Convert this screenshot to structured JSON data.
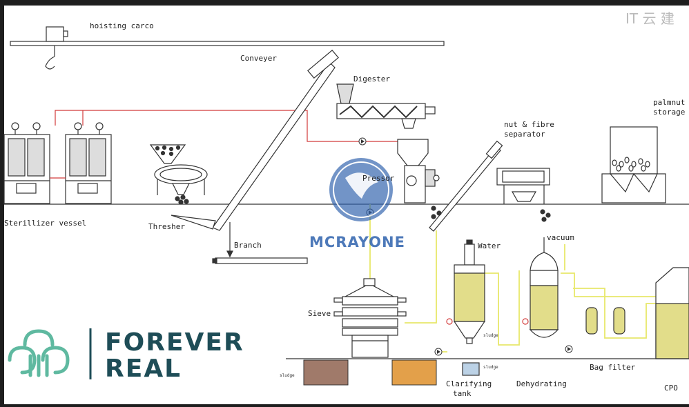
{
  "labels": {
    "hoisting": "hoisting carco",
    "conveyer": "Conveyer",
    "digester": "Digester",
    "nut_fibre_1": "nut & fibre",
    "nut_fibre_2": "separator",
    "palmnut_1": "palmnut",
    "palmnut_2": "storage",
    "sterilizer": "Sterillizer vessel",
    "thresher": "Thresher",
    "pressor": "Pressor",
    "branch": "Branch",
    "water": "Water",
    "vacuum": "vacuum",
    "sieve": "Sieve",
    "bag_filter": "Bag filter",
    "clarifying_1": "Clarifying",
    "clarifying_2": "tank",
    "dehydrating": "Dehydrating",
    "cpo": "CPO",
    "sludge_1": "sludge",
    "sludge_2": "sludge",
    "sludge_3": "sludge"
  },
  "watermark": {
    "center": "MCRAYONE",
    "corner": "IT 云 建"
  },
  "brand": {
    "line1": "FOREVER",
    "line2": "REAL"
  },
  "colors": {
    "background": "#ffffff",
    "line": "#333333",
    "red_pipe": "#d23a3a",
    "yellow_pipe": "#e8e86a",
    "oil": "#e2dd8a",
    "sludge_brown": "#a07a6a",
    "sludge_orange": "#e3a04a",
    "brand_teal": "#1e4d57",
    "brand_green": "#5fb9a0",
    "watermark_blue": "#2f62ad"
  }
}
